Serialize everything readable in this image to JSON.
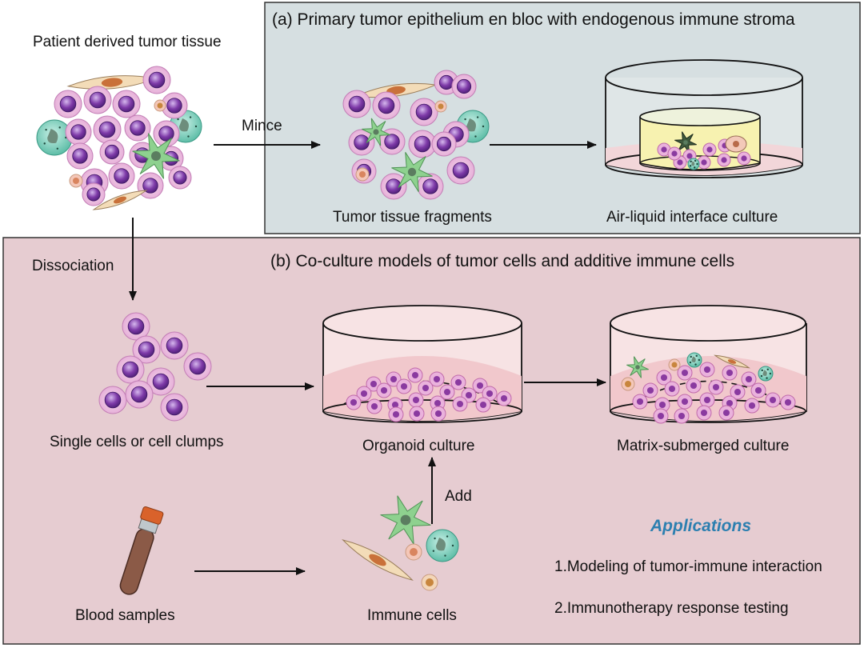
{
  "source": {
    "title": "Patient derived tumor tissue"
  },
  "panel_a": {
    "title": "(a) Primary tumor epithelium en bloc with endogenous immune stroma",
    "fragments_label": "Tumor tissue fragments",
    "ali_label": "Air-liquid interface culture"
  },
  "panel_b": {
    "title": "(b) Co-culture models of tumor cells and additive immune cells",
    "single_cells_label": "Single cells or cell clumps",
    "organoid_label": "Organoid culture",
    "matrix_label": "Matrix-submerged culture",
    "blood_label": "Blood samples",
    "immune_label": "Immune cells"
  },
  "arrows": {
    "mince": "Mince",
    "dissociation": "Dissociation",
    "add": "Add"
  },
  "applications": {
    "title": "Applications",
    "items": [
      "1.Modeling of tumor-immune interaction",
      "2.Immunotherapy response testing"
    ]
  },
  "colors": {
    "panel_a_bg": "#d6dfe1",
    "panel_b_bg": "#e6ccd1",
    "applications_title": "#2c7fb0",
    "tumor_cell": "#e9b7dd",
    "tumor_nucleus": "#6a2f91"
  }
}
